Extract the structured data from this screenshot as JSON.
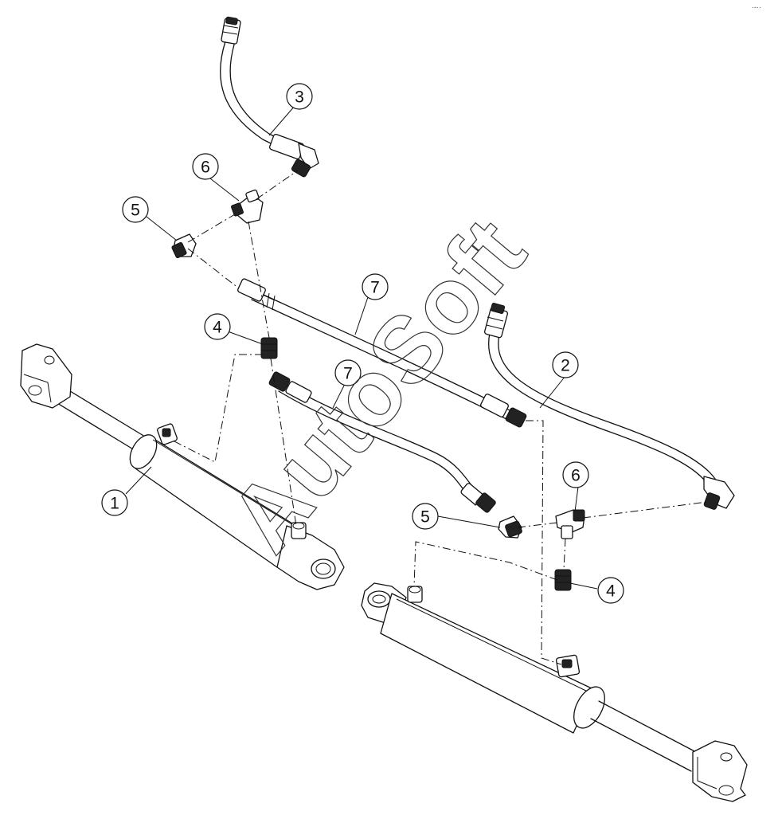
{
  "watermark": "AutoSoft",
  "corner_mark": "·-··",
  "callouts": [
    "1",
    "2",
    "3",
    "4",
    "4",
    "5",
    "5",
    "6",
    "6",
    "7",
    "7"
  ],
  "colors": {
    "line": "#111111",
    "background": "#ffffff"
  }
}
